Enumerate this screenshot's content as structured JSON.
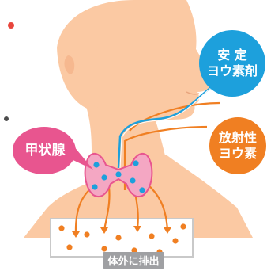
{
  "labels": {
    "stable_iodine": [
      "安 定",
      "ヨウ素剤"
    ],
    "radioactive_iodine": [
      "放射性",
      "ヨウ素"
    ],
    "thyroid": "甲状腺",
    "excretion": "体外に排出"
  },
  "colors": {
    "skin": "#fbc9a3",
    "stable_blue": "#1da0dc",
    "radioactive_orange": "#f07f22",
    "thyroid_pink": "#e8558f",
    "thyroid_fill": "#f4a7c3",
    "box_border": "#c9c9c9",
    "excretion_badge": "#9fa0a3"
  }
}
